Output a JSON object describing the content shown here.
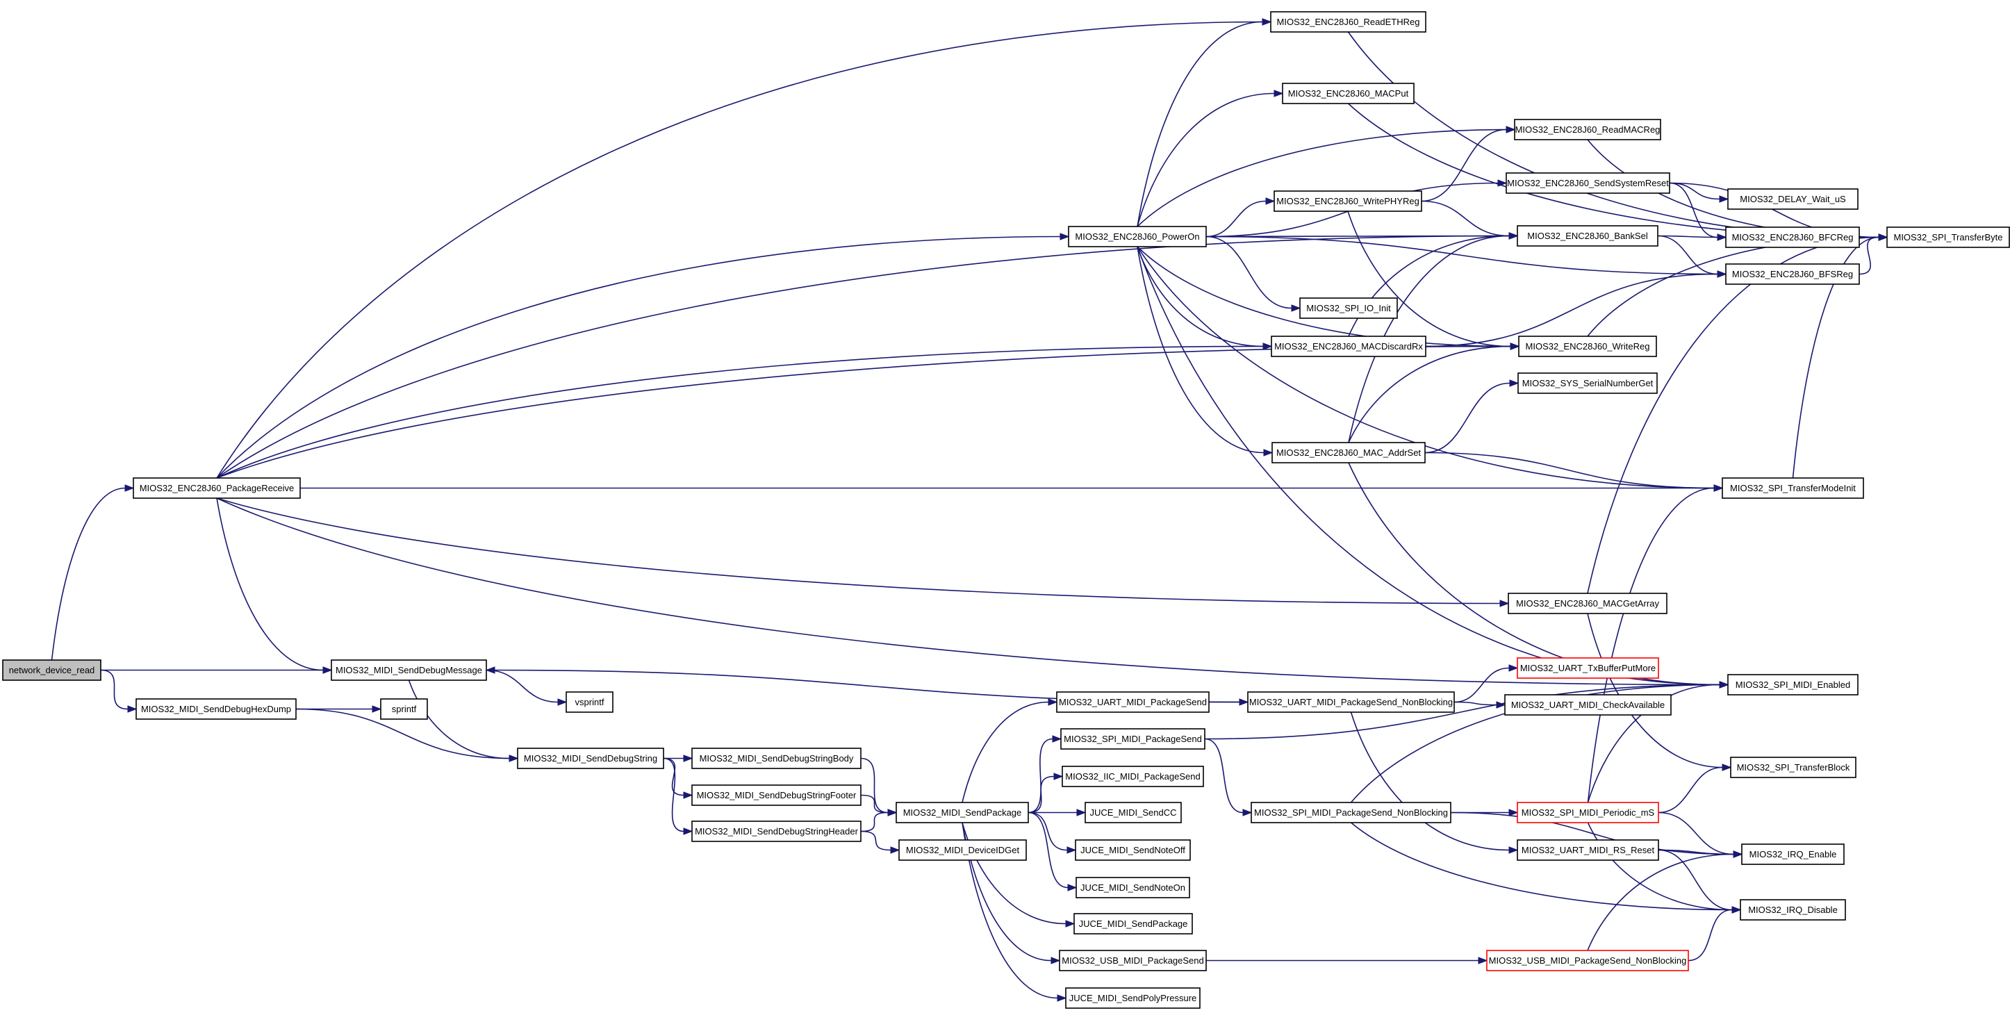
{
  "colors": {
    "edge": "#191970",
    "box_border": "#000000",
    "box_border_truncated": "#ff0000",
    "root_fill": "#bfbfbf"
  },
  "nodes": [
    {
      "id": "network_device_read",
      "label": "network_device_read",
      "root": true
    },
    {
      "id": "PackageReceive",
      "label": "MIOS32_ENC28J60_PackageReceive"
    },
    {
      "id": "SendDebugHexDump",
      "label": "MIOS32_MIDI_SendDebugHexDump"
    },
    {
      "id": "SendDebugMessage",
      "label": "MIOS32_MIDI_SendDebugMessage"
    },
    {
      "id": "sprintf",
      "label": "sprintf"
    },
    {
      "id": "vsprintf",
      "label": "vsprintf"
    },
    {
      "id": "SendDebugString",
      "label": "MIOS32_MIDI_SendDebugString"
    },
    {
      "id": "SendDebugStringBody",
      "label": "MIOS32_MIDI_SendDebugStringBody"
    },
    {
      "id": "SendDebugStringFooter",
      "label": "MIOS32_MIDI_SendDebugStringFooter"
    },
    {
      "id": "SendDebugStringHeader",
      "label": "MIOS32_MIDI_SendDebugStringHeader"
    },
    {
      "id": "SendPackage",
      "label": "MIOS32_MIDI_SendPackage"
    },
    {
      "id": "DeviceIDGet",
      "label": "MIOS32_MIDI_DeviceIDGet"
    },
    {
      "id": "UART_MIDI_PackageSend",
      "label": "MIOS32_UART_MIDI_PackageSend"
    },
    {
      "id": "SPI_MIDI_PackageSend",
      "label": "MIOS32_SPI_MIDI_PackageSend"
    },
    {
      "id": "IIC_MIDI_PackageSend",
      "label": "MIOS32_IIC_MIDI_PackageSend"
    },
    {
      "id": "JUCE_SendCC",
      "label": "JUCE_MIDI_SendCC"
    },
    {
      "id": "JUCE_SendNoteOff",
      "label": "JUCE_MIDI_SendNoteOff"
    },
    {
      "id": "JUCE_SendNoteOn",
      "label": "JUCE_MIDI_SendNoteOn"
    },
    {
      "id": "JUCE_SendPackage",
      "label": "JUCE_MIDI_SendPackage"
    },
    {
      "id": "USB_MIDI_PackageSend",
      "label": "MIOS32_USB_MIDI_PackageSend"
    },
    {
      "id": "JUCE_SendPolyPressure",
      "label": "JUCE_MIDI_SendPolyPressure"
    },
    {
      "id": "UART_MIDI_PackageSend_NonBlocking",
      "label": "MIOS32_UART_MIDI_PackageSend_NonBlocking"
    },
    {
      "id": "SPI_MIDI_PackageSend_NonBlocking",
      "label": "MIOS32_SPI_MIDI_PackageSend_NonBlocking"
    },
    {
      "id": "USB_MIDI_PackageSend_NonBlocking",
      "label": "MIOS32_USB_MIDI_PackageSend_NonBlocking",
      "truncated": true
    },
    {
      "id": "UART_TxBufferPutMore",
      "label": "MIOS32_UART_TxBufferPutMore",
      "truncated": true
    },
    {
      "id": "UART_MIDI_CheckAvailable",
      "label": "MIOS32_UART_MIDI_CheckAvailable"
    },
    {
      "id": "SPI_MIDI_Periodic_mS",
      "label": "MIOS32_SPI_MIDI_Periodic_mS",
      "truncated": true
    },
    {
      "id": "UART_MIDI_RS_Reset",
      "label": "MIOS32_UART_MIDI_RS_Reset"
    },
    {
      "id": "SPI_MIDI_Enabled",
      "label": "MIOS32_SPI_MIDI_Enabled"
    },
    {
      "id": "SPI_TransferBlock",
      "label": "MIOS32_SPI_TransferBlock"
    },
    {
      "id": "IRQ_Enable",
      "label": "MIOS32_IRQ_Enable"
    },
    {
      "id": "IRQ_Disable",
      "label": "MIOS32_IRQ_Disable"
    },
    {
      "id": "ReadETHReg",
      "label": "MIOS32_ENC28J60_ReadETHReg"
    },
    {
      "id": "MACPut",
      "label": "MIOS32_ENC28J60_MACPut"
    },
    {
      "id": "ReadMACReg",
      "label": "MIOS32_ENC28J60_ReadMACReg"
    },
    {
      "id": "SendSystemReset",
      "label": "MIOS32_ENC28J60_SendSystemReset"
    },
    {
      "id": "DELAY_Wait_uS",
      "label": "MIOS32_DELAY_Wait_uS"
    },
    {
      "id": "WritePHYReg",
      "label": "MIOS32_ENC28J60_WritePHYReg"
    },
    {
      "id": "BankSel",
      "label": "MIOS32_ENC28J60_BankSel"
    },
    {
      "id": "BFCReg",
      "label": "MIOS32_ENC28J60_BFCReg"
    },
    {
      "id": "SPI_TransferByte",
      "label": "MIOS32_SPI_TransferByte"
    },
    {
      "id": "PowerOn",
      "label": "MIOS32_ENC28J60_PowerOn"
    },
    {
      "id": "BFSReg",
      "label": "MIOS32_ENC28J60_BFSReg"
    },
    {
      "id": "SPI_IO_Init",
      "label": "MIOS32_SPI_IO_Init"
    },
    {
      "id": "MACDiscardRx",
      "label": "MIOS32_ENC28J60_MACDiscardRx"
    },
    {
      "id": "WriteReg",
      "label": "MIOS32_ENC28J60_WriteReg"
    },
    {
      "id": "SYS_SerialNumberGet",
      "label": "MIOS32_SYS_SerialNumberGet"
    },
    {
      "id": "MAC_AddrSet",
      "label": "MIOS32_ENC28J60_MAC_AddrSet"
    },
    {
      "id": "SPI_TransferModeInit",
      "label": "MIOS32_SPI_TransferModeInit"
    },
    {
      "id": "MACGetArray",
      "label": "MIOS32_ENC28J60_MACGetArray"
    }
  ],
  "edges": [
    [
      "network_device_read",
      "PackageReceive"
    ],
    [
      "network_device_read",
      "SendDebugMessage"
    ],
    [
      "network_device_read",
      "SendDebugHexDump"
    ],
    [
      "PackageReceive",
      "ReadETHReg"
    ],
    [
      "PackageReceive",
      "BankSel"
    ],
    [
      "PackageReceive",
      "PowerOn"
    ],
    [
      "PackageReceive",
      "MACDiscardRx"
    ],
    [
      "PackageReceive",
      "WriteReg"
    ],
    [
      "PackageReceive",
      "SPI_TransferModeInit"
    ],
    [
      "PackageReceive",
      "MACGetArray"
    ],
    [
      "PackageReceive",
      "SPI_MIDI_Enabled"
    ],
    [
      "PackageReceive",
      "SendDebugMessage"
    ],
    [
      "SendDebugHexDump",
      "sprintf"
    ],
    [
      "SendDebugHexDump",
      "SendDebugString"
    ],
    [
      "SendDebugMessage",
      "vsprintf"
    ],
    [
      "SendDebugMessage",
      "SendDebugString"
    ],
    [
      "SendDebugString",
      "SendDebugStringBody"
    ],
    [
      "SendDebugString",
      "SendDebugStringFooter"
    ],
    [
      "SendDebugString",
      "SendDebugStringHeader"
    ],
    [
      "SendDebugStringBody",
      "SendPackage"
    ],
    [
      "SendDebugStringFooter",
      "SendPackage"
    ],
    [
      "SendDebugStringHeader",
      "SendPackage"
    ],
    [
      "SendDebugStringHeader",
      "DeviceIDGet"
    ],
    [
      "SendPackage",
      "UART_MIDI_PackageSend"
    ],
    [
      "SendPackage",
      "SPI_MIDI_PackageSend"
    ],
    [
      "SendPackage",
      "IIC_MIDI_PackageSend"
    ],
    [
      "SendPackage",
      "JUCE_SendCC"
    ],
    [
      "SendPackage",
      "JUCE_SendNoteOff"
    ],
    [
      "SendPackage",
      "JUCE_SendNoteOn"
    ],
    [
      "SendPackage",
      "JUCE_SendPackage"
    ],
    [
      "SendPackage",
      "USB_MIDI_PackageSend"
    ],
    [
      "SendPackage",
      "JUCE_SendPolyPressure"
    ],
    [
      "UART_MIDI_PackageSend",
      "UART_MIDI_PackageSend_NonBlocking"
    ],
    [
      "UART_MIDI_PackageSend_NonBlocking",
      "SendDebugMessage"
    ],
    [
      "UART_MIDI_PackageSend_NonBlocking",
      "UART_TxBufferPutMore"
    ],
    [
      "UART_MIDI_PackageSend_NonBlocking",
      "UART_MIDI_CheckAvailable"
    ],
    [
      "UART_MIDI_PackageSend_NonBlocking",
      "UART_MIDI_RS_Reset"
    ],
    [
      "SPI_MIDI_PackageSend",
      "SPI_MIDI_Enabled"
    ],
    [
      "SPI_MIDI_PackageSend",
      "SPI_MIDI_PackageSend_NonBlocking"
    ],
    [
      "SPI_MIDI_PackageSend_NonBlocking",
      "SPI_MIDI_Enabled"
    ],
    [
      "SPI_MIDI_PackageSend_NonBlocking",
      "SPI_MIDI_Periodic_mS"
    ],
    [
      "SPI_MIDI_PackageSend_NonBlocking",
      "IRQ_Enable"
    ],
    [
      "SPI_MIDI_PackageSend_NonBlocking",
      "IRQ_Disable"
    ],
    [
      "SPI_MIDI_Periodic_mS",
      "SPI_TransferModeInit"
    ],
    [
      "SPI_MIDI_Periodic_mS",
      "SPI_MIDI_Enabled"
    ],
    [
      "SPI_MIDI_Periodic_mS",
      "SPI_TransferBlock"
    ],
    [
      "SPI_MIDI_Periodic_mS",
      "IRQ_Enable"
    ],
    [
      "SPI_MIDI_Periodic_mS",
      "IRQ_Disable"
    ],
    [
      "UART_MIDI_RS_Reset",
      "IRQ_Enable"
    ],
    [
      "UART_MIDI_RS_Reset",
      "IRQ_Disable"
    ],
    [
      "USB_MIDI_PackageSend",
      "USB_MIDI_PackageSend_NonBlocking"
    ],
    [
      "USB_MIDI_PackageSend_NonBlocking",
      "IRQ_Enable"
    ],
    [
      "USB_MIDI_PackageSend_NonBlocking",
      "IRQ_Disable"
    ],
    [
      "ReadETHReg",
      "SPI_TransferByte"
    ],
    [
      "MACPut",
      "SPI_TransferByte"
    ],
    [
      "ReadMACReg",
      "SPI_TransferByte"
    ],
    [
      "SendSystemReset",
      "SPI_TransferByte"
    ],
    [
      "SendSystemReset",
      "DELAY_Wait_uS"
    ],
    [
      "SendSystemReset",
      "BFCReg"
    ],
    [
      "WritePHYReg",
      "ReadMACReg"
    ],
    [
      "WritePHYReg",
      "BankSel"
    ],
    [
      "WritePHYReg",
      "WriteReg"
    ],
    [
      "BankSel",
      "BFCReg"
    ],
    [
      "BankSel",
      "BFSReg"
    ],
    [
      "BFCReg",
      "SPI_TransferByte"
    ],
    [
      "BFSReg",
      "SPI_TransferByte"
    ],
    [
      "WriteReg",
      "SPI_TransferByte"
    ],
    [
      "PowerOn",
      "ReadETHReg"
    ],
    [
      "PowerOn",
      "MACPut"
    ],
    [
      "PowerOn",
      "ReadMACReg"
    ],
    [
      "PowerOn",
      "SendSystemReset"
    ],
    [
      "PowerOn",
      "WritePHYReg"
    ],
    [
      "PowerOn",
      "BankSel"
    ],
    [
      "PowerOn",
      "BFSReg"
    ],
    [
      "PowerOn",
      "SPI_IO_Init"
    ],
    [
      "PowerOn",
      "MACDiscardRx"
    ],
    [
      "PowerOn",
      "WriteReg"
    ],
    [
      "PowerOn",
      "MAC_AddrSet"
    ],
    [
      "PowerOn",
      "SPI_TransferModeInit"
    ],
    [
      "PowerOn",
      "SPI_MIDI_Enabled"
    ],
    [
      "MACDiscardRx",
      "BankSel"
    ],
    [
      "MACDiscardRx",
      "BFSReg"
    ],
    [
      "MACDiscardRx",
      "WriteReg"
    ],
    [
      "MAC_AddrSet",
      "BankSel"
    ],
    [
      "MAC_AddrSet",
      "WriteReg"
    ],
    [
      "MAC_AddrSet",
      "SYS_SerialNumberGet"
    ],
    [
      "MAC_AddrSet",
      "SPI_TransferModeInit"
    ],
    [
      "MAC_AddrSet",
      "SPI_MIDI_Enabled"
    ],
    [
      "SPI_TransferModeInit",
      "SPI_TransferByte"
    ],
    [
      "MACGetArray",
      "SPI_TransferByte"
    ],
    [
      "MACGetArray",
      "SPI_TransferBlock"
    ]
  ]
}
